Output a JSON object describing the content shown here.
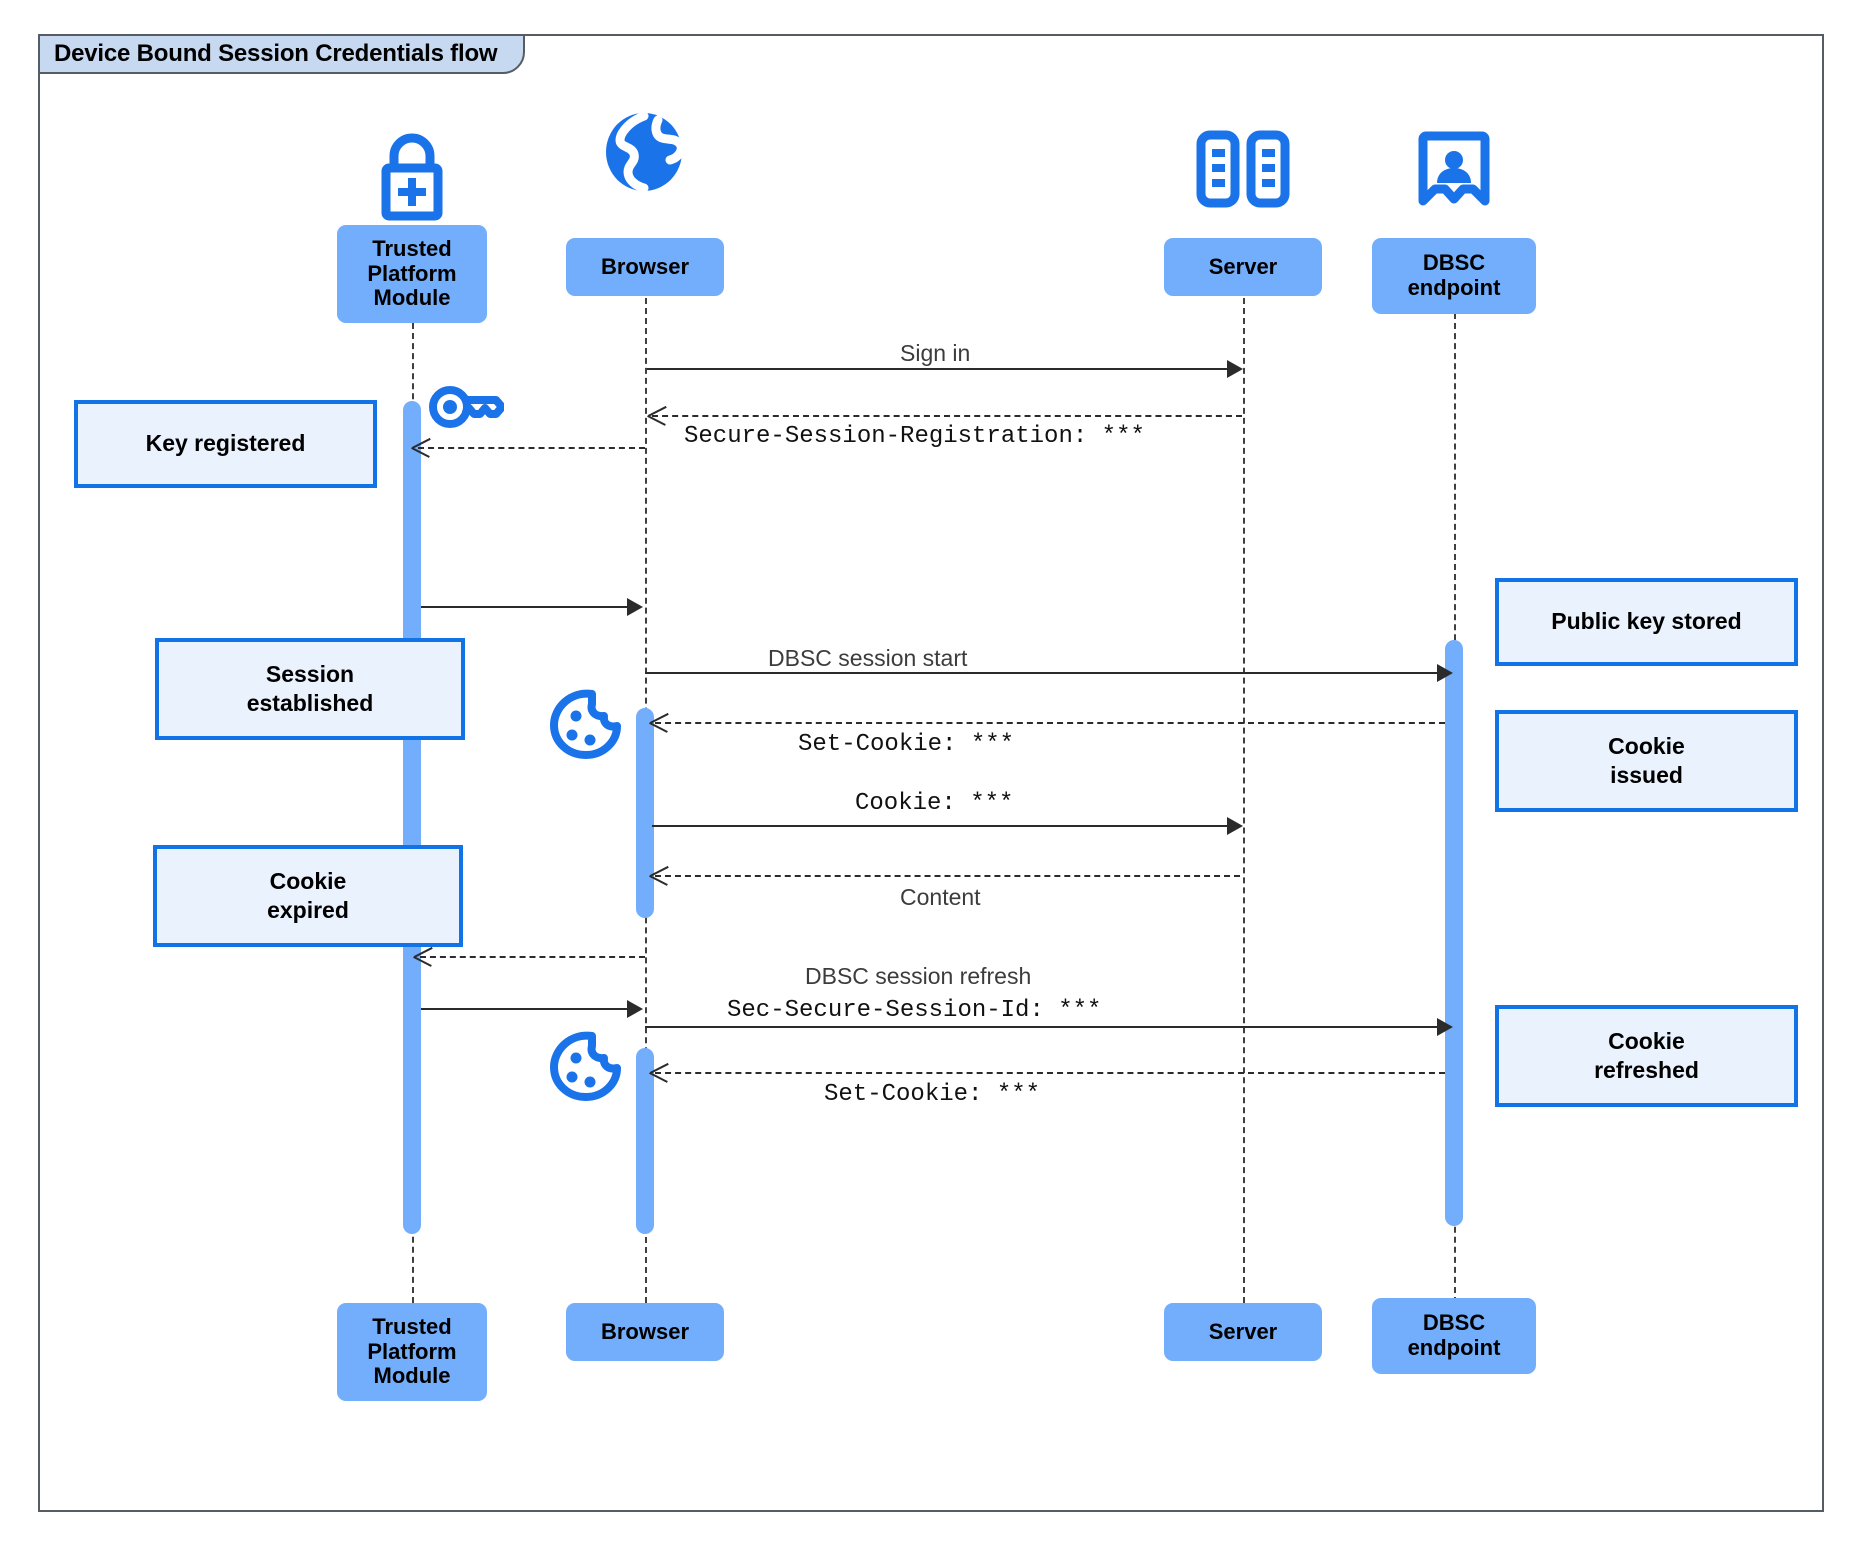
{
  "frame": {
    "title": "Device Bound Session Credentials flow"
  },
  "participants": [
    {
      "id": "tpm",
      "label": "Trusted\nPlatform\nModule",
      "icon": "lock-plus-icon"
    },
    {
      "id": "browser",
      "label": "Browser",
      "icon": "globe-icon"
    },
    {
      "id": "server",
      "label": "Server",
      "icon": "server-racks-icon"
    },
    {
      "id": "dbsc",
      "label": "DBSC\nendpoint",
      "icon": "id-badge-icon"
    }
  ],
  "messages": [
    {
      "id": "m1",
      "label": "Sign in",
      "style": "plain",
      "from": "browser",
      "to": "server",
      "direction": "right",
      "arrow": "solid"
    },
    {
      "id": "m2",
      "label": "Secure-Session-Registration: ***",
      "style": "mono",
      "from": "server",
      "to": "browser",
      "direction": "left",
      "arrow": "dashed"
    },
    {
      "id": "m3",
      "label": "",
      "style": "plain",
      "from": "browser",
      "to": "tpm",
      "direction": "left",
      "arrow": "dashed"
    },
    {
      "id": "m4",
      "label": "",
      "style": "plain",
      "from": "tpm",
      "to": "browser",
      "direction": "right",
      "arrow": "solid"
    },
    {
      "id": "m5",
      "label": "DBSC session start",
      "style": "plain",
      "from": "browser",
      "to": "dbsc",
      "direction": "right",
      "arrow": "solid"
    },
    {
      "id": "m6",
      "label": "Set-Cookie: ***",
      "style": "mono",
      "from": "dbsc",
      "to": "browser",
      "direction": "left",
      "arrow": "dashed"
    },
    {
      "id": "m7",
      "label": "Cookie: ***",
      "style": "mono",
      "from": "browser",
      "to": "server",
      "direction": "right",
      "arrow": "solid"
    },
    {
      "id": "m8",
      "label": "Content",
      "style": "plain",
      "from": "server",
      "to": "browser",
      "direction": "left",
      "arrow": "dashed"
    },
    {
      "id": "m9",
      "label": "",
      "style": "plain",
      "from": "browser",
      "to": "tpm",
      "direction": "left",
      "arrow": "dashed"
    },
    {
      "id": "m10",
      "label": "DBSC session refresh",
      "style": "plain",
      "from": "tpm",
      "to": "browser",
      "direction": "right",
      "arrow": "solid"
    },
    {
      "id": "m11",
      "label": "Sec-Secure-Session-Id: ***",
      "style": "mono",
      "from": "browser",
      "to": "dbsc",
      "direction": "right",
      "arrow": "solid"
    },
    {
      "id": "m12",
      "label": "Set-Cookie: ***",
      "style": "mono",
      "from": "dbsc",
      "to": "browser",
      "direction": "left",
      "arrow": "dashed"
    }
  ],
  "notes": [
    {
      "id": "n1",
      "label": "Key registered",
      "side": "left"
    },
    {
      "id": "n2",
      "label": "Session\nestablished",
      "side": "left"
    },
    {
      "id": "n3",
      "label": "Cookie\nexpired",
      "side": "left"
    },
    {
      "id": "n4",
      "label": "Public key stored",
      "side": "right"
    },
    {
      "id": "n5",
      "label": "Cookie\nissued",
      "side": "right"
    },
    {
      "id": "n6",
      "label": "Cookie\nrefreshed",
      "side": "right"
    }
  ],
  "inline_icons": [
    {
      "id": "key",
      "name": "key-icon"
    },
    {
      "id": "cookie1",
      "name": "cookie-icon"
    },
    {
      "id": "cookie2",
      "name": "cookie-icon"
    }
  ],
  "colors": {
    "participant_fill": "#72aefc",
    "activation_fill": "#73aefc",
    "note_fill": "#eaf2fd",
    "note_border": "#1273e6",
    "icon_blue": "#1a73e8",
    "frame_tab_fill": "#c6d9f1",
    "frame_border": "#555c63",
    "message_line": "#2b2b2b"
  }
}
